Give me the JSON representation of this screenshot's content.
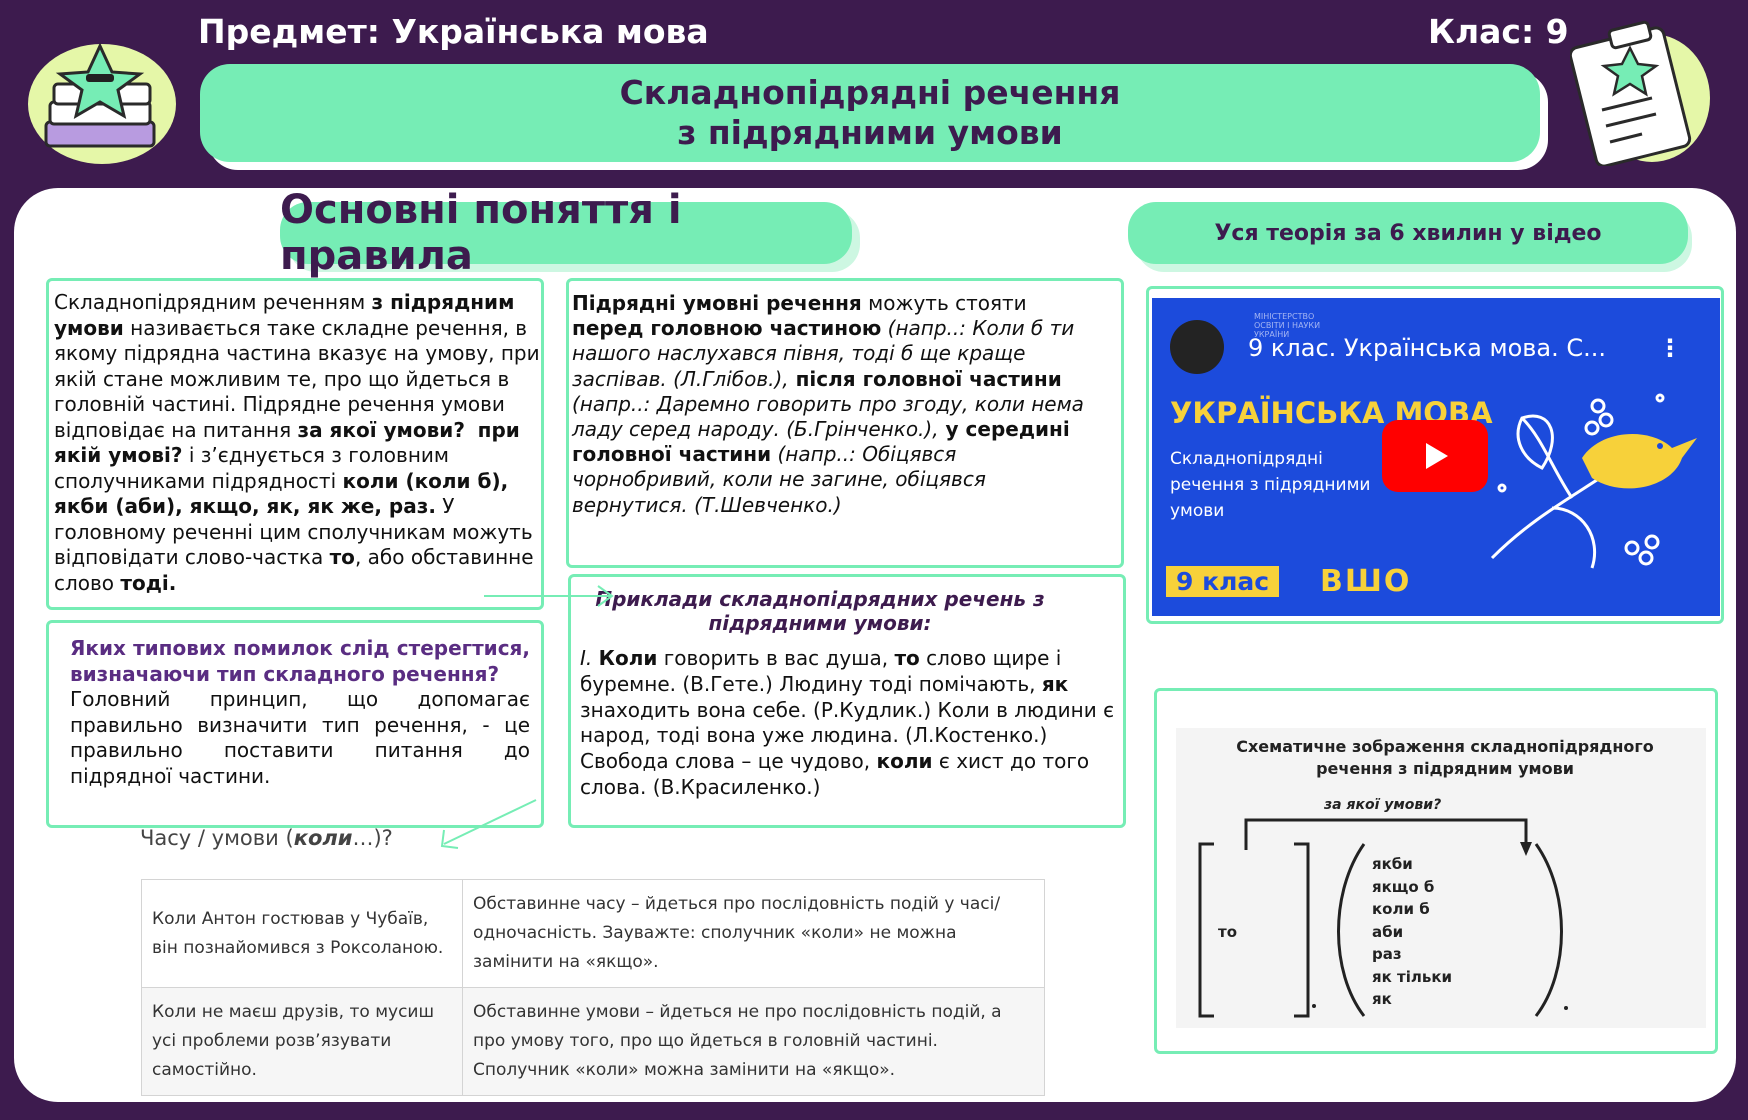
{
  "header": {
    "subject": "Предмет: Українська мова",
    "class_label": "Клас: 9",
    "title_line1": "Складнопідрядні речення",
    "title_line2": "з підрядними умови"
  },
  "section": {
    "main_title": "Основні поняття і правила",
    "video_title": "Уся теорія за 6 хвилин у відео"
  },
  "definition": {
    "p1": "Складнопідрядним реченням ",
    "p1b": "з підрядним умови",
    "p2": " називається таке складне речення, в якому підрядна частина вказує на умову, при якій стане можливим те, про що йдеться в головній частині. Підрядне речення умови відповідає на питання ",
    "q1": "за якої умови?",
    "q2": "при якій умові?",
    "p3": " і з’єднується з головним сполучниками підрядності ",
    "conj": "коли (коли б), якби (аби), якщо, як, як же, раз.",
    "p4": " У головному реченні цим сполучникам можуть відповідати слово-частка ",
    "w_to": "то",
    "p5": ", або обставинне слово ",
    "w_todi": "тоді."
  },
  "position": {
    "b1": "Підрядні умовні речення",
    "t1": " можуть стояти ",
    "b2": "перед головною частиною",
    "i1": " (напр..: Коли б ти нашого наслухався півня, тоді б ще краще заспівав. (Л.Глібов.),",
    "b3": " після головної частини",
    "i2": " (напр..: Даремно говорить про згоду, коли нема ладу серед народу. (Б.Грінченко.),",
    "b4": " у середині головної частини",
    "i3": " (напр..: Обіцявся чорнобривий, коли не загине, обіцявся вернутися. (Т.Шевченко.)"
  },
  "mistakes": {
    "question": "Яких типових помилок слід стерегтися, визначаючи тип складного речення?",
    "answer": "Головний принцип, що допомагає правильно визначити тип речення, - це правильно поставити питання до підрядної частини."
  },
  "examples": {
    "heading": "Приклади складнопідрядних речень з підрядними умови:",
    "s1a": "І. ",
    "s1b": "Коли",
    "s1c": " говорить в вас душа, ",
    "s1d": "то",
    "s1e": " слово щире і буремне. (В.Гете.) Людину тоді помічають, ",
    "s1f": "як",
    "s1g": " знаходить вона себе. (Р.Кудлик.) Коли в людини є народ, тоді вона уже людина. (Л.Костенко.) Свобода слова – це чудово, ",
    "s1h": "коли",
    "s1i": " є хист до того слова. (В.Красиленко.)"
  },
  "snippet": {
    "q_start": "Часу / умови (",
    "q_bold": "коли",
    "q_end": "…)?"
  },
  "table": [
    {
      "left": "Коли Антон гостював у Чубаїв, він познайомився з Роксоланою.",
      "right": "Обставинне часу – йдеться про послідовність подій у часі/одночасність. Зауважте: сполучник «коли» не можна замінити на «якщо»."
    },
    {
      "left": "Коли не маєш друзів, то мусиш усі проблеми розв’язувати самостійно.",
      "right": "Обставинне умови – йдеться не про послідовність подій, а про умову того, про що йдеться в головній частині. Сполучник «коли» можна замінити на «якщо»."
    }
  ],
  "video": {
    "title": "9 клас. Українська мова. С...",
    "headline": "УКРАЇНСЬКА МОВА",
    "subtitle": "Складнопідрядні речення з підрядними умови",
    "grade": "9 клас",
    "brand": "ВШО",
    "ministry": "МІНІСТЕРСТВО ОСВІТИ І НАУКИ УКРАЇНИ",
    "menu": "⋮",
    "colors": {
      "bg": "#1c4bdc",
      "accent": "#f7d13a",
      "play": "#ff0000"
    }
  },
  "schema": {
    "title": "Схематичне зображення складнопідрядного речення з підрядним умови",
    "question": "за якої умови?",
    "to": "то",
    "conjunctions": [
      "якби",
      "якщо б",
      "коли б",
      "аби",
      "раз",
      "як тільки",
      "як"
    ]
  },
  "colors": {
    "bg": "#3d1b4e",
    "mint": "#76edb5",
    "purple_text": "#5a2d82"
  }
}
